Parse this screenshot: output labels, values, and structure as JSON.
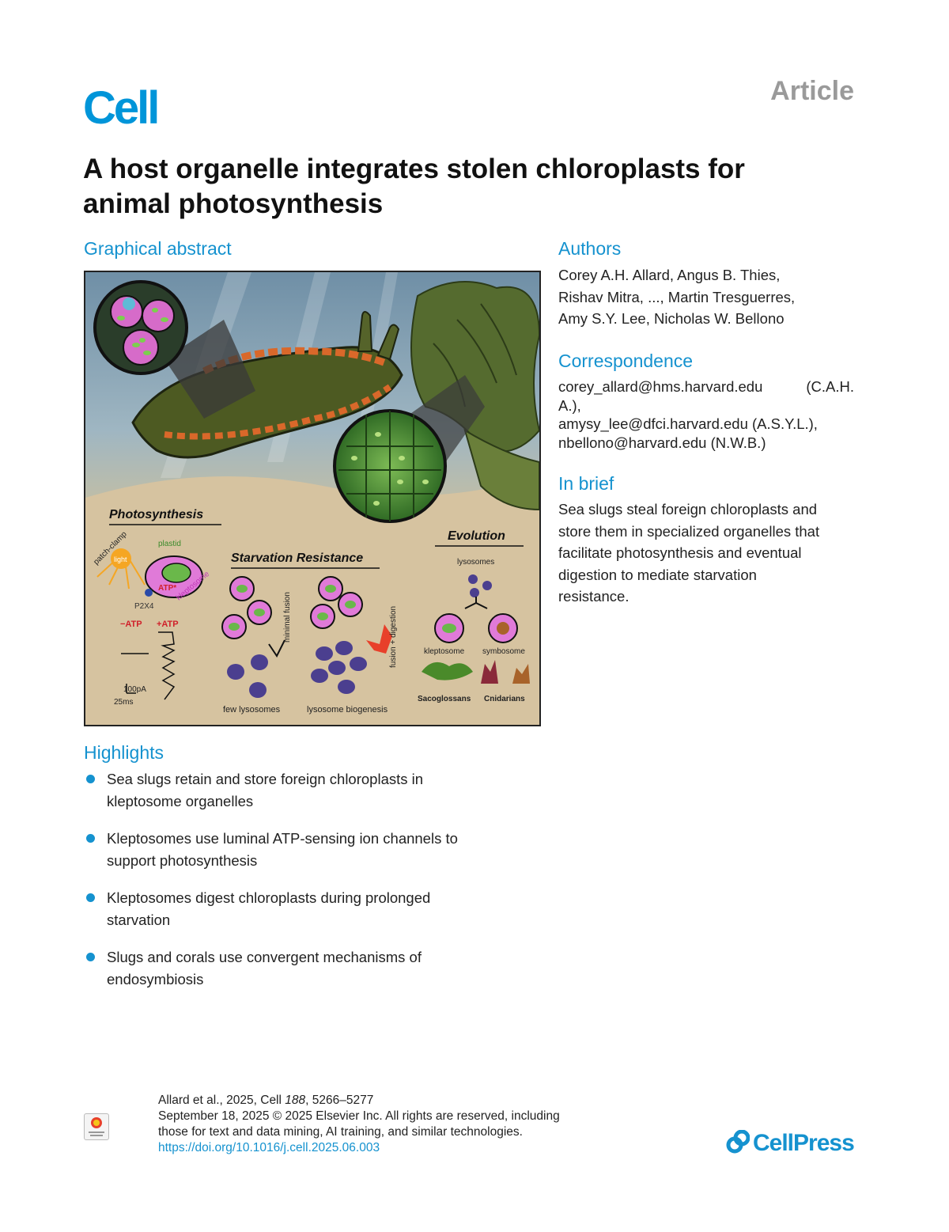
{
  "header": {
    "journal": "Cell",
    "article_type": "Article"
  },
  "title_lines": [
    "A host organelle integrates stolen chloroplasts for",
    "animal photosynthesis"
  ],
  "graphical_abstract": {
    "heading": "Graphical abstract",
    "panels": {
      "photosynthesis": "Photosynthesis",
      "starvation": "Starvation Resistance",
      "evolution": "Evolution"
    },
    "labels": {
      "patch_clamp": "patch-clamp",
      "light": "light",
      "plastid": "plastid",
      "atp_star": "ATP*",
      "kleptosome_curved": "kleptosome",
      "p2x4": "P2X4",
      "minus_atp": "−ATP",
      "plus_atp": "+ATP",
      "scale_current": "100pA",
      "scale_time": "25ms",
      "minimal_fusion": "minimal fusion",
      "fusion_digestion": "fusion + digestion",
      "few_lysosomes": "few lysosomes",
      "lysosome_biogenesis": "lysosome biogenesis",
      "lysosomes": "lysosomes",
      "kleptosome": "kleptosome",
      "symbosome": "symbosome",
      "sacoglossans": "Sacoglossans",
      "cnidarians": "Cnidarians"
    },
    "colors": {
      "water": "#7f9db0",
      "sand": "#c9b48c",
      "slug_body": "#4d5a22",
      "slug_rim": "#d9682a",
      "kleptosome_pink": "#e07ad8",
      "lysosome_purple": "#4b3f8f",
      "chloroplast_green": "#5aa83a"
    }
  },
  "authors": {
    "heading": "Authors",
    "lines": [
      "Corey A.H. Allard, Angus B. Thies,",
      "Rishav Mitra, ..., Martin Tresguerres,",
      "Amy S.Y. Lee, Nicholas W. Bellono"
    ]
  },
  "correspondence": {
    "heading": "Correspondence",
    "lines": [
      "corey_allard@hms.harvard.edu",
      "(C.A.H.",
      "A.),",
      "amysy_lee@dfci.harvard.edu (A.S.Y.L.),",
      "nbellono@harvard.edu (N.W.B.)"
    ]
  },
  "in_brief": {
    "heading": "In brief",
    "lines": [
      "Sea slugs steal foreign chloroplasts and",
      "store them in specialized organelles that",
      "facilitate photosynthesis and eventual",
      "digestion to mediate starvation",
      "resistance."
    ]
  },
  "highlights": {
    "heading": "Highlights",
    "items": [
      [
        "Sea slugs retain and store foreign chloroplasts in",
        "kleptosome organelles"
      ],
      [
        "Kleptosomes use luminal ATP-sensing ion channels to",
        "support photosynthesis"
      ],
      [
        "Kleptosomes digest chloroplasts during prolonged",
        "starvation"
      ],
      [
        "Slugs and corals use convergent mechanisms of",
        "endosymbiosis"
      ]
    ]
  },
  "footer": {
    "citation_prefix": "Allard et al., 2025, Cell ",
    "volume": "188",
    "pages": ", 5266–5277",
    "rights_line1": "September 18, 2025 © 2025 Elsevier Inc. All rights are reserved, including",
    "rights_line2": "those for text and data mining, AI training, and similar technologies.",
    "doi": "https://doi.org/10.1016/j.cell.2025.06.003",
    "check_updates": "Check for updates",
    "publisher": "CellPress"
  }
}
